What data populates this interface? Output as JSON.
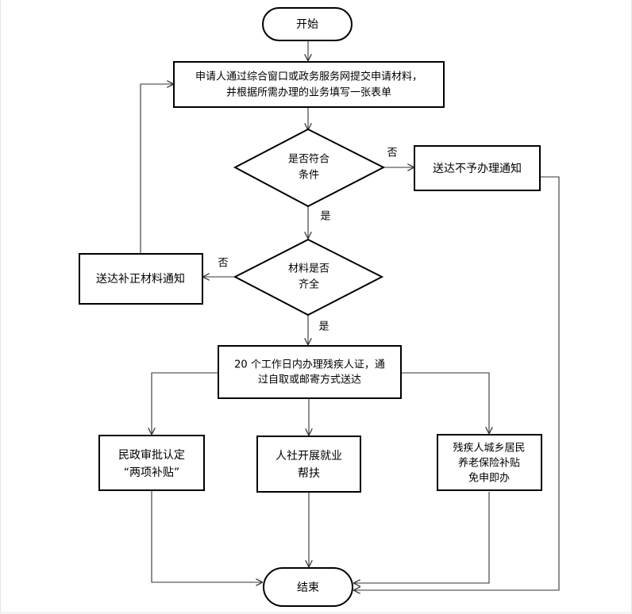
{
  "nodes": {
    "start": "开始",
    "submit": [
      "申请人通过综合窗口或政务服务网提交申请材料，",
      "并根据所需办理的业务填写一张表单"
    ],
    "check_conditions": [
      "是否符合",
      "条件"
    ],
    "reject_notice": "送达不予办理通知",
    "check_materials": [
      "材料是否",
      "齐全"
    ],
    "supplement_notice": "送达补正材料通知",
    "process_certificate": [
      "20 个工作日内办理残疾人证，通",
      "过自取或邮寄方式送达"
    ],
    "civil_affairs": [
      "民政审批认定",
      "“两项补贴”"
    ],
    "employment": [
      "人社开展就业",
      "帮扶"
    ],
    "pension": [
      "残疾人城乡居民",
      "养老保险补贴",
      "免申即办"
    ],
    "end": "结束"
  },
  "edge_labels": {
    "conditions_no": "否",
    "conditions_yes": "是",
    "materials_no": "否",
    "materials_yes": "是"
  }
}
